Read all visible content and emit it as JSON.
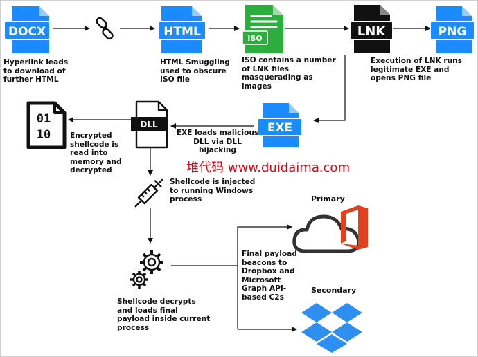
{
  "files": {
    "docx": "DOCX",
    "html": "HTML",
    "iso": "ISO",
    "lnk": "LNK",
    "png": "PNG",
    "exe": "EXE",
    "dll": "DLL"
  },
  "captions": {
    "hyperlink": [
      "Hyperlink leads",
      "to download of",
      "further HTML"
    ],
    "smuggling": [
      "HTML Smuggling",
      "used to obscure",
      "ISO file"
    ],
    "iso": [
      "ISO contains a number",
      "of LNK files",
      "masquerading as",
      "images"
    ],
    "lnk": [
      "Execution of LNK runs",
      "legitimate EXE and",
      "opens PNG file"
    ],
    "exe": [
      "EXE loads malicious",
      "DLL via DLL",
      "hijacking"
    ],
    "encrypted": [
      "Encrypted",
      "shellcode is",
      "read into",
      "memory and",
      "decrypted"
    ],
    "inject": [
      "Shellcode is injected",
      "to running Windows",
      "process"
    ],
    "decrypts": [
      "Shellcode decrypts",
      "and loads final",
      "payload inside current",
      "process"
    ],
    "beacon": [
      "Final payload",
      "beacons to",
      "Dropbox and",
      "Microsoft",
      "Graph API-",
      "based C2s"
    ]
  },
  "clouds": {
    "primary": "Primary",
    "secondary": "Secondary"
  },
  "binary": {
    "row1": "01",
    "row2": "10"
  },
  "watermark": "堆代码 www.duidaima.com",
  "colors": {
    "file_blue": "#1a8cff",
    "iso_green": "#2cae3f",
    "dark": "#111111",
    "office_red": "#e3401e",
    "dropbox_blue": "#2f8ff0",
    "watermark_red": "#e60012"
  }
}
